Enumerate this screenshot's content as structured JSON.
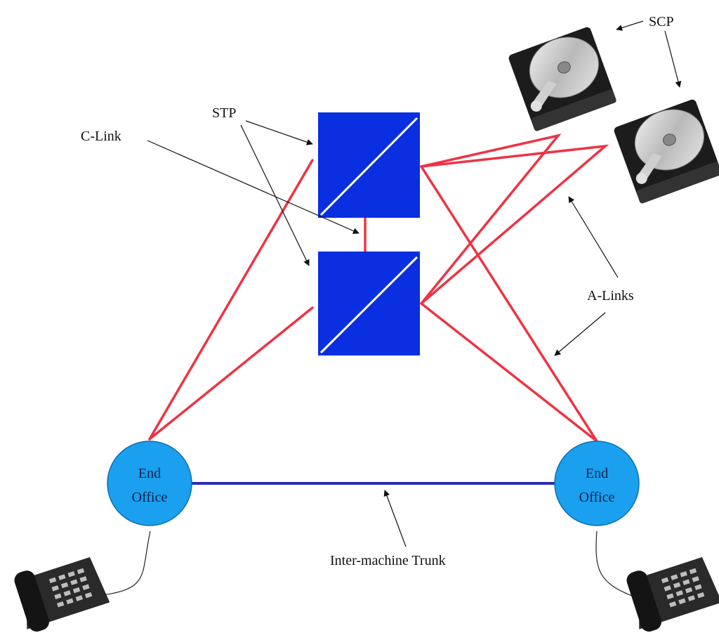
{
  "labels": {
    "stp": "STP",
    "c_link": "C-Link",
    "scp": "SCP",
    "a_links": "A-Links",
    "inter_machine_trunk": "Inter-machine Trunk"
  },
  "end_offices": [
    {
      "line1": "End",
      "line2": "Office"
    },
    {
      "line1": "End",
      "line2": "Office"
    }
  ],
  "colors": {
    "signaling_link": "#ee3344",
    "trunk": "#2a2fb0",
    "stp_fill": "#0a2fe0",
    "office_fill": "#1aa0ee",
    "arrow": "#111111"
  },
  "icons": {
    "stp": "stp-switch-icon",
    "scp": "hard-disk-icon",
    "phone": "desk-telephone-icon"
  }
}
